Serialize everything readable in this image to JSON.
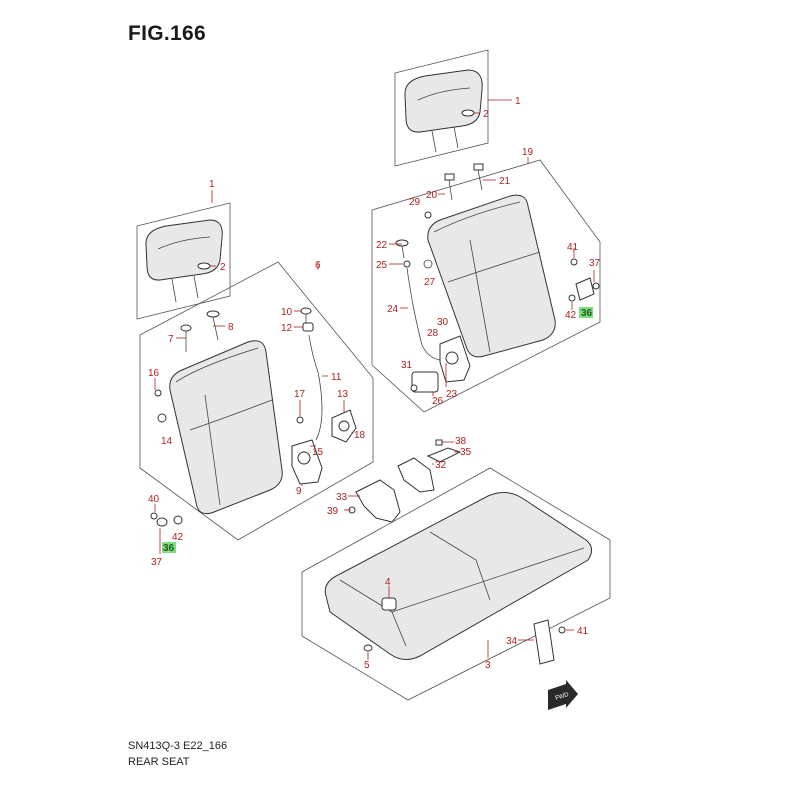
{
  "figure": {
    "title": "FIG.166",
    "code": "SN413Q-3 E22_166",
    "caption": "REAR SEAT"
  },
  "colors": {
    "callout_text": "#b02020",
    "highlight_badge": "#7fdc7f",
    "outline": "#333333"
  },
  "icons": {
    "fwd_arrow": "fwd-arrow-icon"
  },
  "callouts": {
    "headrest_left": "1",
    "headrest_left_guide": "2",
    "headrest_right": "1",
    "headrest_right_guide": "2",
    "back_left": "6",
    "bolt_7": "7",
    "bolt_8": "8",
    "bolt_10": "10",
    "bushing_12": "12",
    "cable_11": "11",
    "c16": "16",
    "c14": "14",
    "c17": "17",
    "c13": "13",
    "c18": "18",
    "c15": "15",
    "c9": "9",
    "c40": "40",
    "c36_left": "36",
    "c42_left": "42",
    "c37_left": "37",
    "back_right": "19",
    "c20": "20",
    "c21": "21",
    "c29": "29",
    "c22": "22",
    "c25": "25",
    "c27": "27",
    "c24": "24",
    "c28": "28",
    "c30": "30",
    "c31": "31",
    "c26": "26",
    "c23": "23",
    "c41_right": "41",
    "c37_right": "37",
    "c42_right": "42",
    "c36_right": "36",
    "c38": "38",
    "c35": "35",
    "c32": "32",
    "c33": "33",
    "c39": "39",
    "cushion": "3",
    "c4": "4",
    "c5": "5",
    "c34": "34",
    "c41_bottom": "41"
  }
}
